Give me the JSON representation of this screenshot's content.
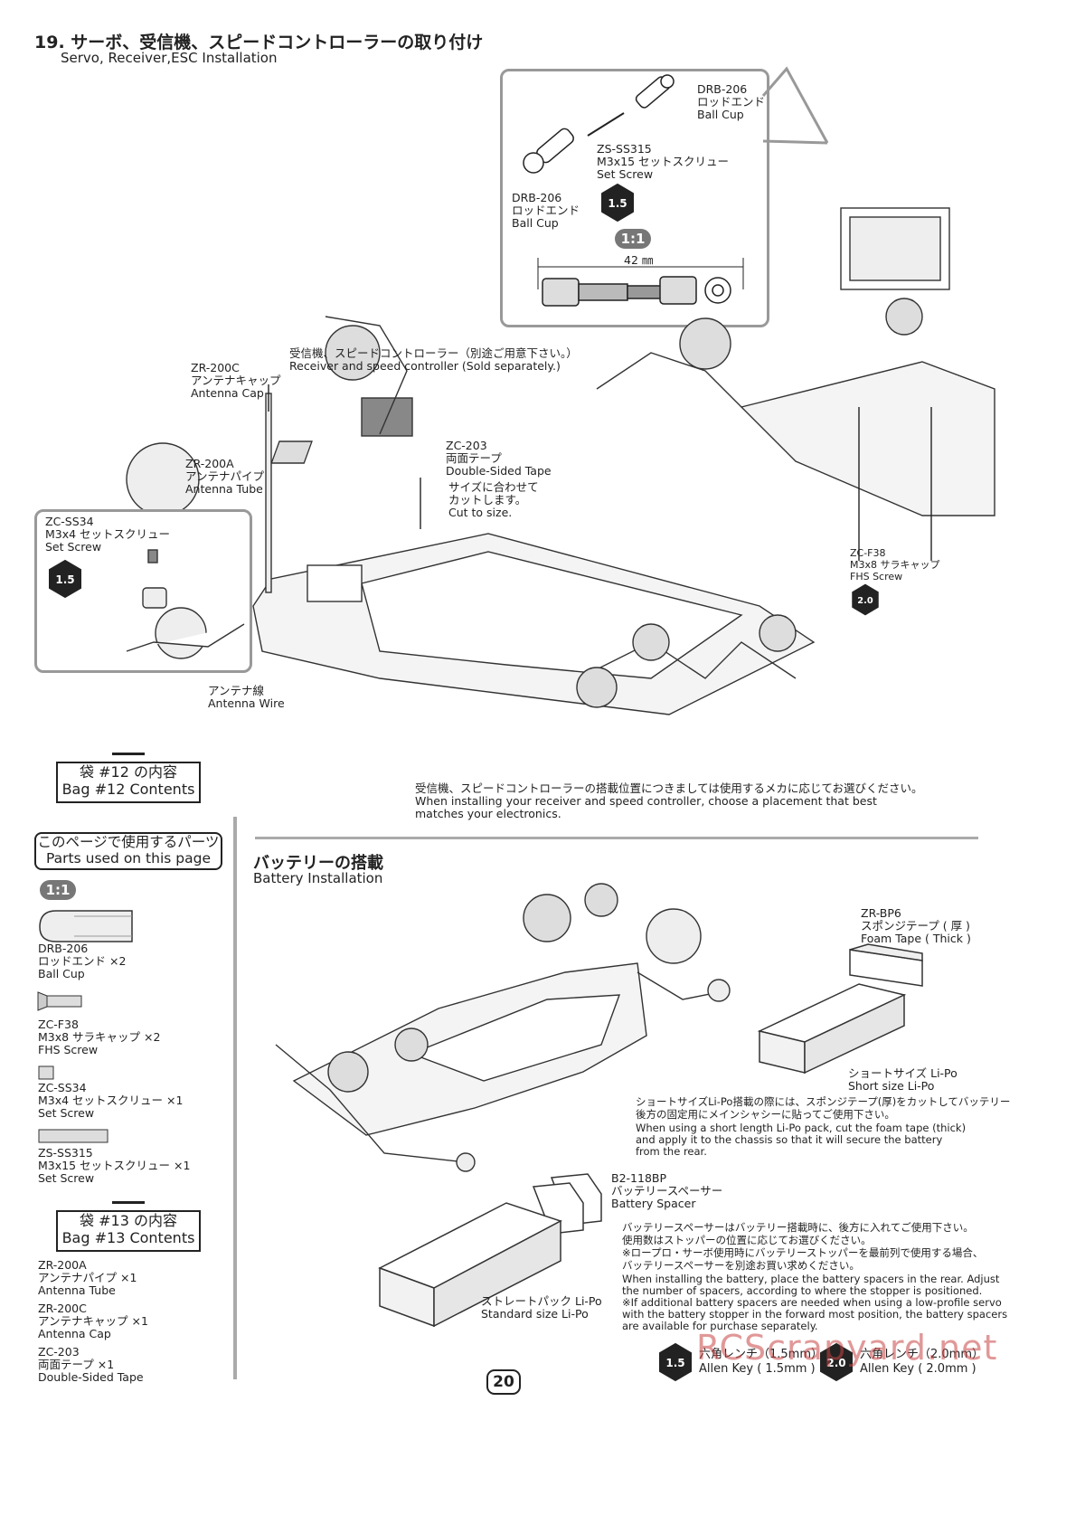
{
  "header": {
    "title_jp": "19. サーボ、受信機、スピードコントローラーの取り付け",
    "title_en": "Servo, Receiver,ESC Installation"
  },
  "servo_callout": {
    "ball_cup_top_code": "DRB-206",
    "ball_cup_top_jp": "ロッドエンド",
    "ball_cup_top_en": "Ball Cup",
    "set_screw_code": "ZS-SS315",
    "set_screw_jp": "M3x15 セットスクリュー",
    "set_screw_en": "Set Screw",
    "ball_cup_left_code": "DRB-206",
    "ball_cup_left_jp": "ロッドエンド",
    "ball_cup_left_en": "Ball Cup",
    "tool_hex": "1.5",
    "scale": "1:1",
    "length": "42 ㎜"
  },
  "receiver_labels": {
    "receiver_jp": "受信機、スピードコントローラー（別途ご用意下さい。）",
    "receiver_en": "Receiver and speed controller (Sold separately.)",
    "antenna_cap_code": "ZR-200C",
    "antenna_cap_jp": "アンテナキャップ",
    "antenna_cap_en": "Antenna Cap",
    "tape_code": "ZC-203",
    "tape_jp": "両面テープ",
    "tape_en": "Double-Sided Tape",
    "cut_jp1": "サイズに合わせて",
    "cut_jp2": "カットします。",
    "cut_en": "Cut to size.",
    "antenna_tube_code": "ZR-200A",
    "antenna_tube_jp": "アンテナパイプ",
    "antenna_tube_en": "Antenna Tube",
    "antenna_wire_jp": "アンテナ線",
    "antenna_wire_en": "Antenna Wire",
    "fhs_code": "ZC-F38",
    "fhs_jp": "M3x8 サラキャップ",
    "fhs_en": "FHS Screw",
    "fhs_tool": "2.0"
  },
  "setscrew_callout": {
    "code": "ZC-SS34",
    "jp": "M3x4 セットスクリュー",
    "en": "Set Screw",
    "tool": "1.5"
  },
  "placement_note": {
    "jp": "受信機、スピードコントローラーの搭載位置につきましては使用するメカに応じてお選びください。",
    "en1": "When installing your receiver and speed controller, choose a placement that best",
    "en2": "matches your electronics."
  },
  "bag12": {
    "jp": "袋 #12 の内容",
    "en": "Bag #12 Contents"
  },
  "parts_used": {
    "jp": "このページで使用するパーツ",
    "en": "Parts used on this page",
    "scale": "1:1"
  },
  "parts_list": [
    {
      "code": "DRB-206",
      "jp": "ロッドエンド ×2",
      "en": "Ball Cup"
    },
    {
      "code": "ZC-F38",
      "jp": "M3x8 サラキャップ ×2",
      "en": "FHS Screw"
    },
    {
      "code": "ZC-SS34",
      "jp": "M3x4 セットスクリュー ×1",
      "en": "Set Screw"
    },
    {
      "code": "ZS-SS315",
      "jp": "M3x15 セットスクリュー ×1",
      "en": "Set Screw"
    }
  ],
  "bag13": {
    "jp": "袋 #13 の内容",
    "en": "Bag #13 Contents"
  },
  "parts_list2": [
    {
      "code": "ZR-200A",
      "jp": "アンテナパイプ ×1",
      "en": "Antenna Tube"
    },
    {
      "code": "ZR-200C",
      "jp": "アンテナキャップ ×1",
      "en": "Antenna Cap"
    },
    {
      "code": "ZC-203",
      "jp": "両面テープ ×1",
      "en": "Double-Sided Tape"
    }
  ],
  "battery": {
    "title_jp": "バッテリーの搭載",
    "title_en": "Battery Installation",
    "foam_code": "ZR-BP6",
    "foam_jp": "スポンジテープ ( 厚 )",
    "foam_en": "Foam Tape ( Thick )",
    "short_jp": "ショートサイズ Li-Po",
    "short_en": "Short size Li-Po",
    "short_note_jp1": "ショートサイズLi-Po搭載の際には、スポンジテープ(厚)をカットしてバッテリー",
    "short_note_jp2": "後方の固定用にメインシャシーに貼ってご使用下さい。",
    "short_note_en1": "When using a short length Li-Po pack, cut the foam tape (thick)",
    "short_note_en2": "and apply it to the chassis so that it will secure the battery",
    "short_note_en3": "from the rear.",
    "spacer_code": "B2-118BP",
    "spacer_jp": "バッテリースペーサー",
    "spacer_en": "Battery Spacer",
    "spacer_note_jp1": "バッテリースペーサーはバッテリー搭載時に、後方に入れてご使用下さい。",
    "spacer_note_jp2": "使用数はストッパーの位置に応じてお選びください。",
    "spacer_note_jp3": "※ロープロ・サーボ使用時にバッテリーストッパーを最前列で使用する場合、",
    "spacer_note_jp4": "バッテリースペーサーを別途お買い求めください。",
    "spacer_note_en1": "When installing the battery, place the battery spacers in the rear. Adjust",
    "spacer_note_en2": "the number of spacers, according to where the stopper is positioned.",
    "spacer_note_en3": "※If additional battery spacers are needed when using a low-profile servo",
    "spacer_note_en4": "with the battery stopper in the forward most position, the battery spacers",
    "spacer_note_en5": "are available for purchase separately.",
    "standard_jp": "ストレートパック Li-Po",
    "standard_en": "Standard size Li-Po"
  },
  "tools": [
    {
      "size": "1.5",
      "jp": "六角レンチ（1.5mm）",
      "en": "Allen Key ( 1.5mm )"
    },
    {
      "size": "2.0",
      "jp": "六角レンチ（2.0mm）",
      "en": "Allen Key ( 2.0mm )"
    }
  ],
  "page_number": "20",
  "watermark": "RCScrapyard.net"
}
